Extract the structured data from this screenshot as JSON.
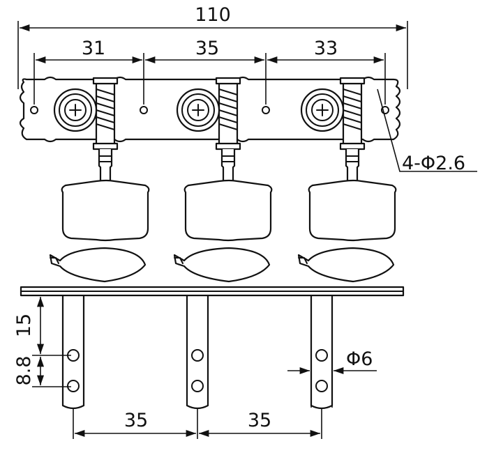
{
  "dimensions": {
    "overall_width": "110",
    "spacing_left": "31",
    "spacing_middle": "35",
    "spacing_right": "33",
    "mount_holes": "4-Φ2.6",
    "offset_vertical": "15",
    "hole_spacing": "8.8",
    "shaft_diameter": "Φ6",
    "shaft_pitch_left": "35",
    "shaft_pitch_right": "35"
  },
  "colors": {
    "line": "#111111",
    "background": "#ffffff"
  }
}
